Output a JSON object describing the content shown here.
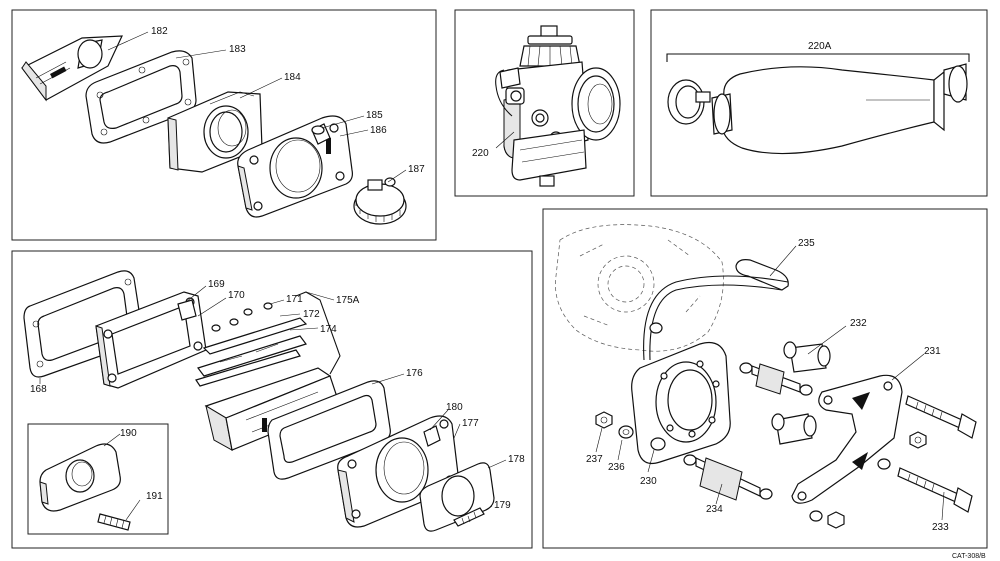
{
  "drawing": {
    "catalog_code": "CAT-308/B",
    "panels": [
      {
        "id": "reed-adapter-group",
        "callouts": [
          "182",
          "183",
          "184",
          "185",
          "186",
          "187"
        ]
      },
      {
        "id": "carburetor-group",
        "callouts": [
          "220"
        ]
      },
      {
        "id": "intake-silencer-group",
        "callouts": [
          "220A"
        ]
      },
      {
        "id": "reed-valve-group",
        "callouts": [
          "168",
          "169",
          "170",
          "171",
          "172",
          "174",
          "175A",
          "176",
          "177",
          "178",
          "179",
          "180"
        ]
      },
      {
        "id": "adapter-inset",
        "callouts": [
          "190",
          "191"
        ]
      },
      {
        "id": "mounting-bracket-group",
        "callouts": [
          "230",
          "231",
          "232",
          "233",
          "234",
          "235",
          "236",
          "237"
        ]
      }
    ]
  },
  "callouts": {
    "c182": "182",
    "c183": "183",
    "c184": "184",
    "c185": "185",
    "c186": "186",
    "c187": "187",
    "c220": "220",
    "c220A": "220A",
    "c168": "168",
    "c169": "169",
    "c170": "170",
    "c171": "171",
    "c172": "172",
    "c174": "174",
    "c175A": "175A",
    "c176": "176",
    "c177": "177",
    "c178": "178",
    "c179": "179",
    "c180": "180",
    "c190": "190",
    "c191": "191",
    "c230": "230",
    "c231": "231",
    "c232": "232",
    "c233": "233",
    "c234": "234",
    "c235": "235",
    "c236": "236",
    "c237": "237"
  }
}
